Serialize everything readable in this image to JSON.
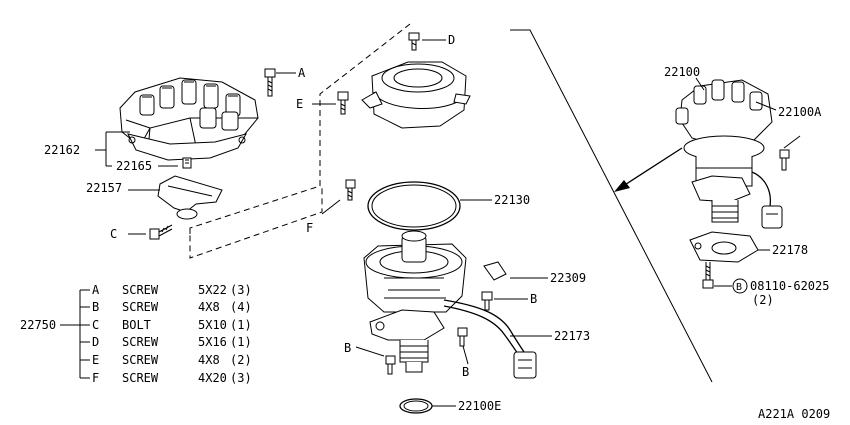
{
  "callouts": {
    "p22162": "22162",
    "p22165": "22165",
    "p22157": "22157",
    "pA": "A",
    "pC": "C",
    "pD": "D",
    "pE": "E",
    "pF": "F",
    "p22130": "22130",
    "p22309": "22309",
    "pB1": "B",
    "pB2": "B",
    "pB3": "B",
    "p22173": "22173",
    "p22100E": "22100E",
    "p22100": "22100",
    "p22100A": "22100A",
    "p22178": "22178",
    "pBolt": "08110-62025",
    "pBoltQty": "(2)",
    "pBoltMark": "B"
  },
  "kit": {
    "number": "22750",
    "rows": [
      {
        "letter": "A",
        "name": "SCREW",
        "size": "5X22",
        "qty": "(3)"
      },
      {
        "letter": "B",
        "name": "SCREW",
        "size": "4X8",
        "qty": "(4)"
      },
      {
        "letter": "C",
        "name": "BOLT",
        "size": "5X10",
        "qty": "(1)"
      },
      {
        "letter": "D",
        "name": "SCREW",
        "size": "5X16",
        "qty": "(1)"
      },
      {
        "letter": "E",
        "name": "SCREW",
        "size": "4X8",
        "qty": "(2)"
      },
      {
        "letter": "F",
        "name": "SCREW",
        "size": "4X20",
        "qty": "(3)"
      }
    ]
  },
  "footer": {
    "ref": "A221A 0209"
  }
}
